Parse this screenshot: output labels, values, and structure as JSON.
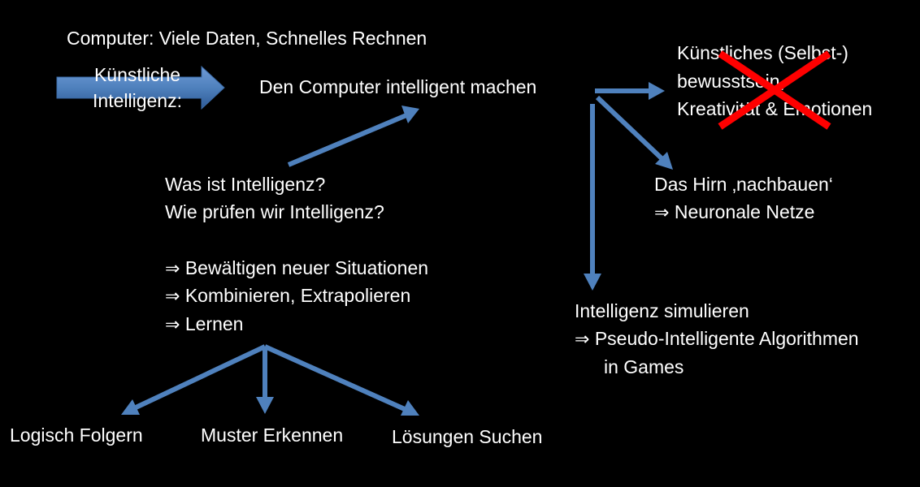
{
  "colors": {
    "background": "#000000",
    "text": "#ffffff",
    "arrow": "#4f81bd",
    "cross": "#ff0000"
  },
  "header": {
    "computer_text": "Computer: Viele Daten, Schnelles Rechnen"
  },
  "ki": {
    "line1": "Künstliche",
    "line2": "Intelligenz:"
  },
  "center": {
    "goal": "Den Computer intelligent machen"
  },
  "crossed": {
    "line1": "Künstliches (Selbst-)",
    "line2": "bewusstsein,",
    "line3": "Kreativität & Emotionen"
  },
  "brain": {
    "line1": "Das Hirn ‚nachbauen‘",
    "line2": "Neuronale Netze"
  },
  "question": {
    "line1": "Was ist Intelligenz?",
    "line2": "Wie prüfen wir Intelligenz?"
  },
  "criteria": [
    "Bewältigen neuer Situationen",
    "Kombinieren, Extrapolieren",
    "Lernen"
  ],
  "simulate": {
    "line1": "Intelligenz simulieren",
    "line2": "Pseudo-Intelligente Algorithmen",
    "line3": "in Games"
  },
  "branches": {
    "left": "Logisch Folgern",
    "middle": "Muster Erkennen",
    "right": "Lösungen Suchen"
  },
  "implies_symbol": "⇒"
}
